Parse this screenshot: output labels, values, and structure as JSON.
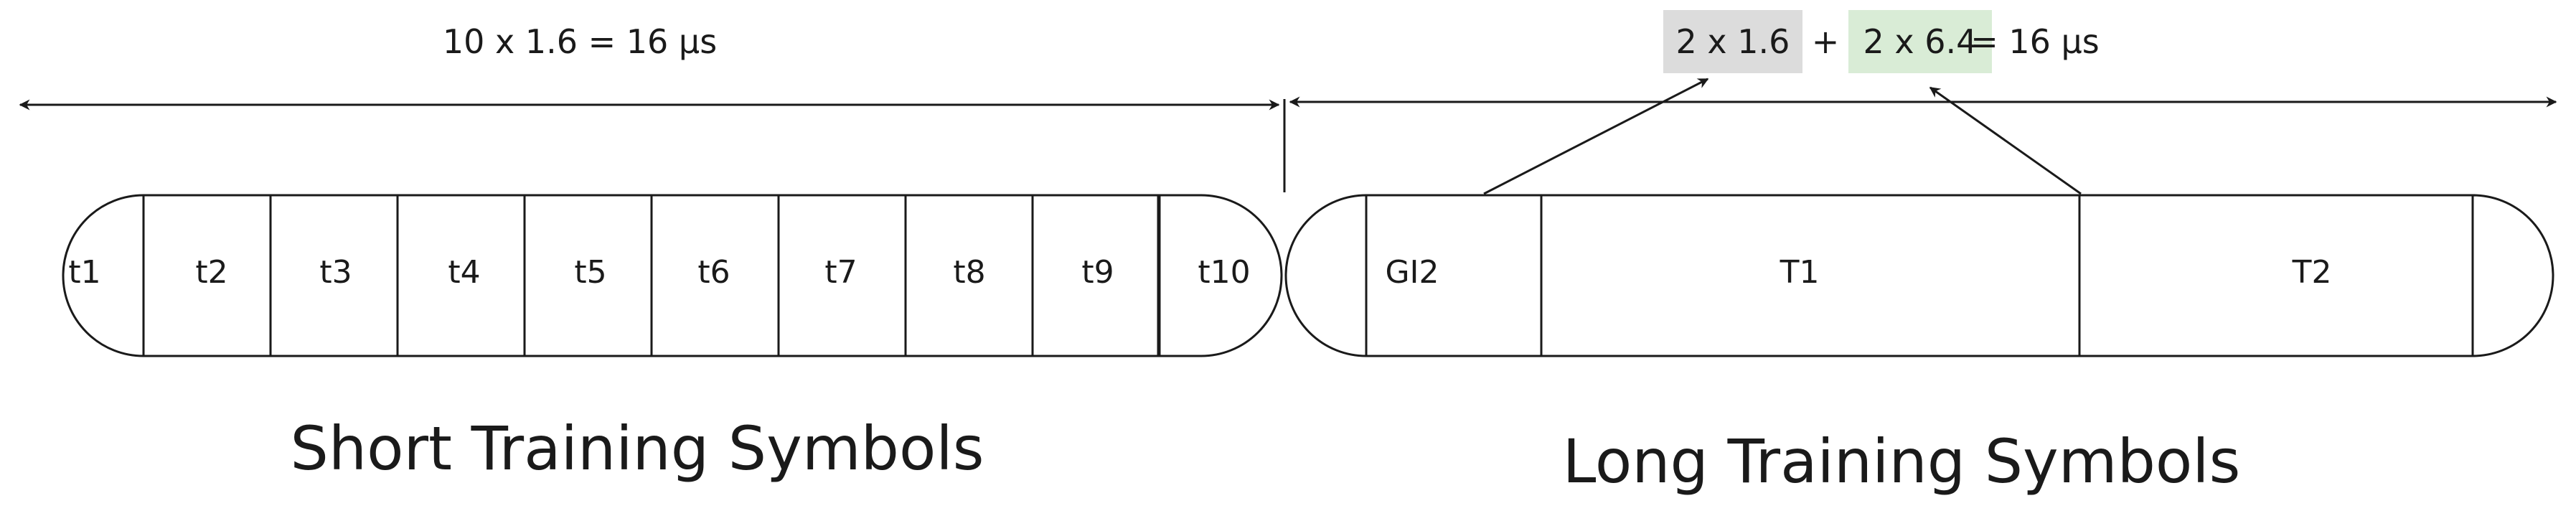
{
  "short_section": {
    "duration_label": "10 x 1.6 = 16 µs",
    "cells": [
      "t1",
      "t2",
      "t3",
      "t4",
      "t5",
      "t6",
      "t7",
      "t8",
      "t9",
      "t10"
    ],
    "caption": "Short Training Symbols"
  },
  "long_section": {
    "duration_gi_part": "2 x 1.6",
    "duration_plus": "+",
    "duration_t_part": "2 x 6.4",
    "duration_result": "= 16 µs",
    "cells": [
      "GI2",
      "T1",
      "T2"
    ],
    "caption": "Long Training Symbols"
  },
  "colors": {
    "gi_highlight": "#dcdcdc",
    "t_highlight": "#d9ecd6",
    "stroke": "#1a1a1a"
  }
}
